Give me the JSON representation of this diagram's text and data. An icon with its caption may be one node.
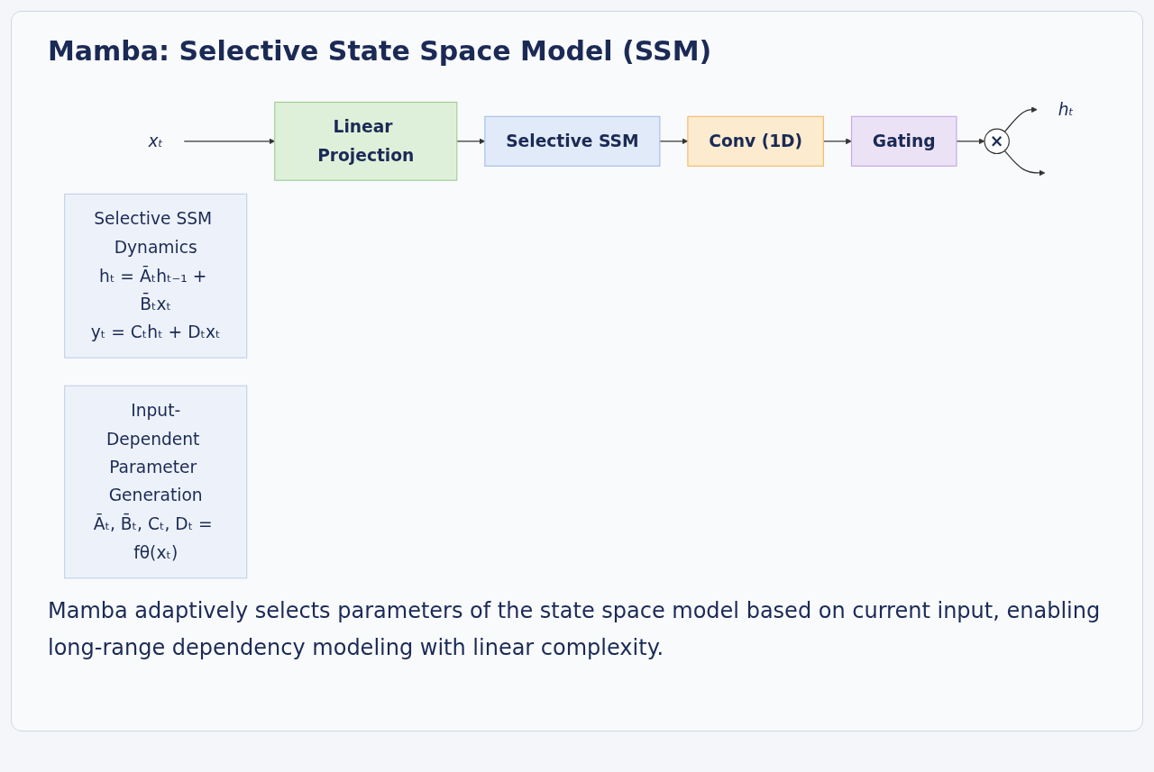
{
  "diagram": {
    "title": "Mamba: Selective State Space Model (SSM)",
    "nodes": [
      {
        "text": [
          "xₜ"
        ]
      },
      {
        "text": [
          "Linear Projection"
        ]
      },
      {
        "text": [
          "Selective SSM"
        ]
      },
      {
        "text": [
          "Conv (1D)"
        ]
      },
      {
        "text": [
          "Gating"
        ]
      },
      {
        "text": [
          "×"
        ]
      },
      {
        "text": [
          "hₜ"
        ]
      },
      {
        "text": [
          "Selective SSM Dynamics",
          "hₜ = Āₜhₜ₋₁ + B̄ₜxₜ",
          "yₜ = Cₜhₜ + Dₜxₜ"
        ]
      },
      {
        "text": [
          "Input-Dependent Parameter Generation",
          "Āₜ, B̄ₜ, Cₜ, Dₜ = fθ(xₜ)"
        ]
      }
    ],
    "edges": [
      {
        "from": 0,
        "to": 1,
        "arrow": "to"
      },
      {
        "from": 1,
        "to": 2,
        "arrow": "to"
      },
      {
        "from": 2,
        "to": 3,
        "arrow": "to"
      },
      {
        "from": 3,
        "to": 4,
        "arrow": "to"
      },
      {
        "from": 4,
        "to": 5,
        "arrow": "to"
      },
      {
        "from": 5,
        "to": 6,
        "arrow": "to"
      },
      {
        "from": 5,
        "to": null,
        "arrow": "to"
      }
    ],
    "caption": "Mamba adaptively selects parameters of the state space model based on current input, enabling long-range dependency modeling with linear complexity."
  }
}
